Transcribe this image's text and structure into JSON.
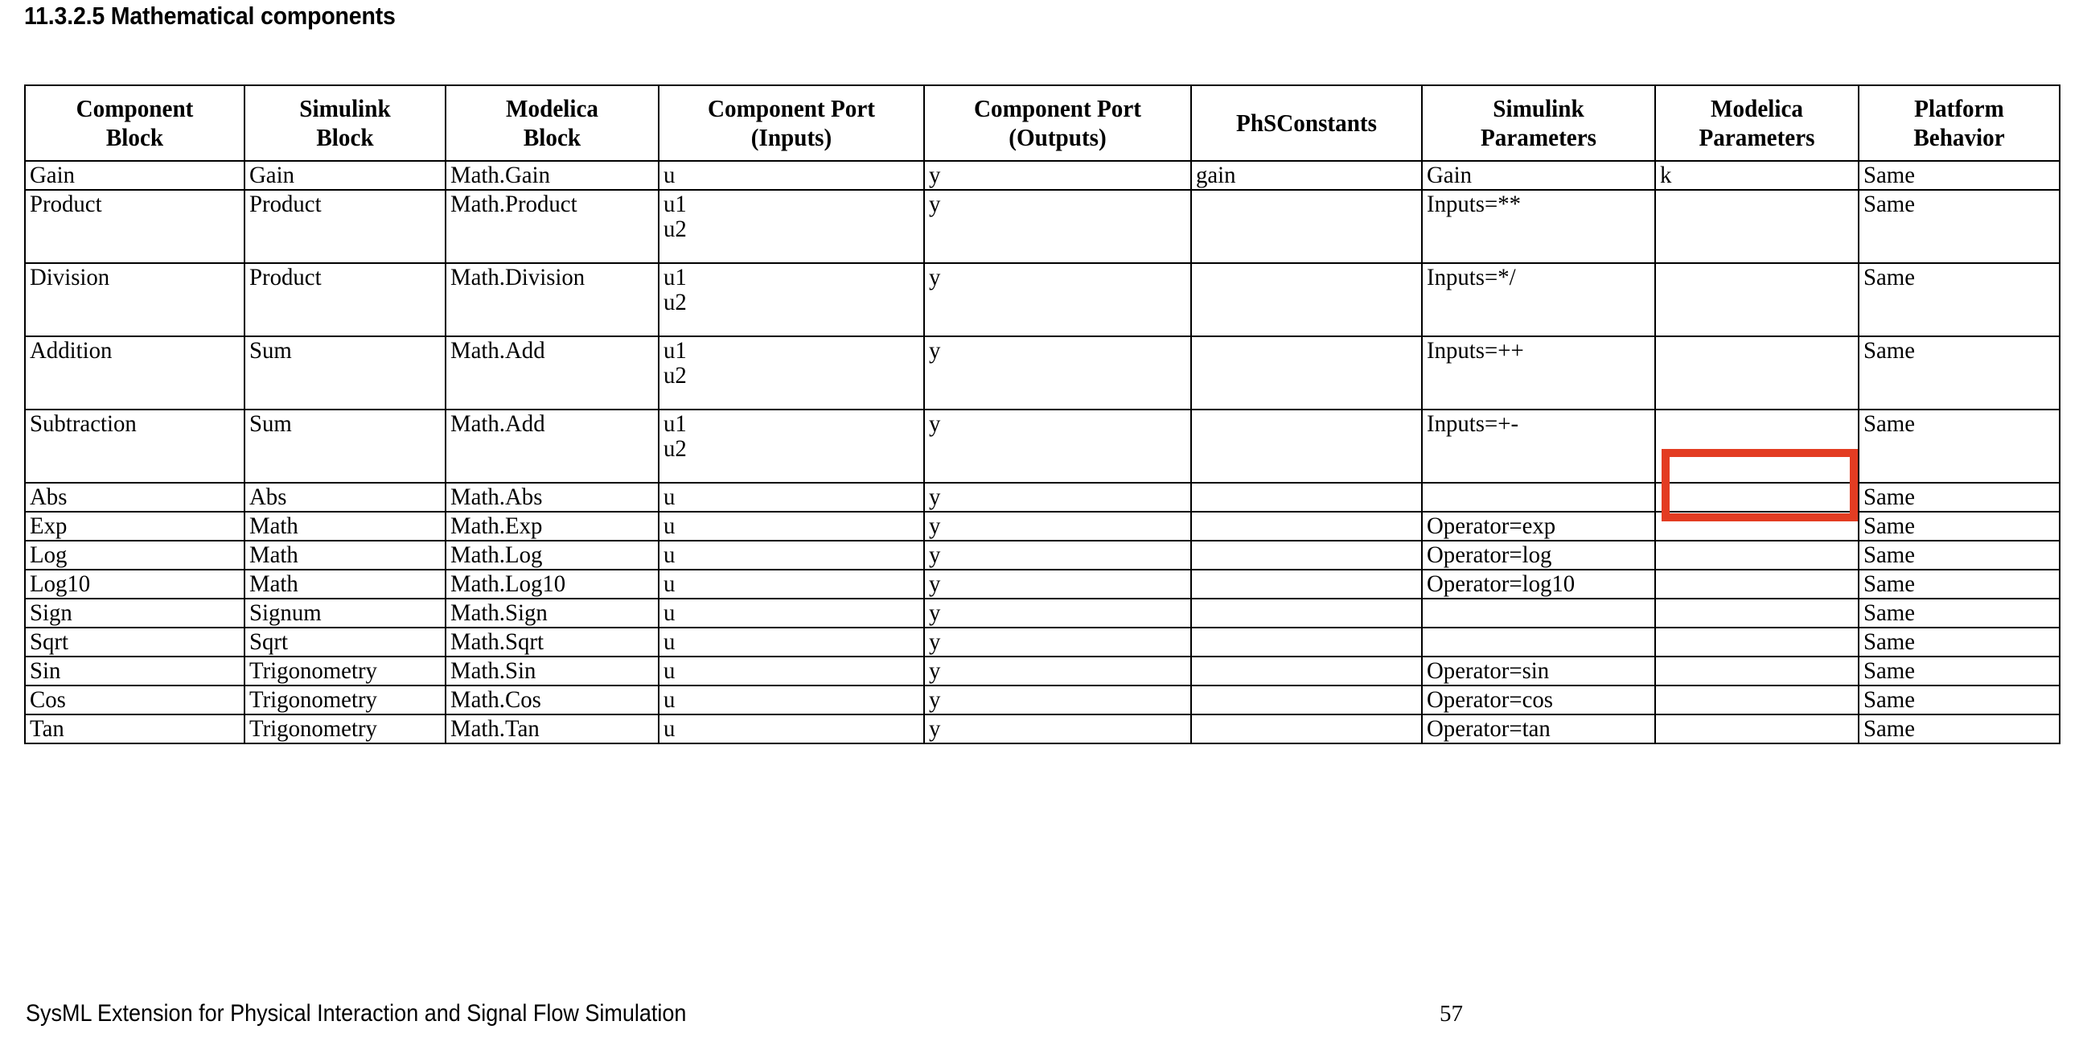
{
  "heading": "11.3.2.5 Mathematical components",
  "table": {
    "columns": [
      "Component\nBlock",
      "Simulink\nBlock",
      "Modelica\nBlock",
      "Component Port\n(Inputs)",
      "Component Port\n(Outputs)",
      "PhSConstants",
      "Simulink\nParameters",
      "Modelica\nParameters",
      "Platform\nBehavior"
    ],
    "rows": [
      {
        "height": "short",
        "cells": [
          "Gain",
          "Gain",
          "Math.Gain",
          "u",
          "y",
          "gain",
          "Gain",
          "k",
          "Same"
        ]
      },
      {
        "height": "tall",
        "cells": [
          "Product",
          "Product",
          "Math.Product",
          "u1\nu2",
          "y",
          "",
          "Inputs=**",
          "",
          "Same"
        ]
      },
      {
        "height": "tall",
        "cells": [
          "Division",
          "Product",
          "Math.Division",
          "u1\nu2",
          "y",
          "",
          "Inputs=*/",
          "",
          "Same"
        ]
      },
      {
        "height": "tall",
        "cells": [
          "Addition",
          "Sum",
          "Math.Add",
          "u1\nu2",
          "y",
          "",
          "Inputs=++",
          "",
          "Same"
        ]
      },
      {
        "height": "tall",
        "cells": [
          "Subtraction",
          "Sum",
          "Math.Add",
          "u1\nu2",
          "y",
          "",
          "Inputs=+-",
          "",
          "Same"
        ]
      },
      {
        "height": "short",
        "cells": [
          "Abs",
          "Abs",
          "Math.Abs",
          "u",
          "y",
          "",
          "",
          "",
          "Same"
        ]
      },
      {
        "height": "short",
        "cells": [
          "Exp",
          "Math",
          "Math.Exp",
          "u",
          "y",
          "",
          "Operator=exp",
          "",
          "Same"
        ]
      },
      {
        "height": "short",
        "cells": [
          "Log",
          "Math",
          "Math.Log",
          "u",
          "y",
          "",
          "Operator=log",
          "",
          "Same"
        ]
      },
      {
        "height": "short",
        "cells": [
          "Log10",
          "Math",
          "Math.Log10",
          "u",
          "y",
          "",
          "Operator=log10",
          "",
          "Same"
        ]
      },
      {
        "height": "short",
        "cells": [
          "Sign",
          "Signum",
          "Math.Sign",
          "u",
          "y",
          "",
          "",
          "",
          "Same"
        ]
      },
      {
        "height": "short",
        "cells": [
          "Sqrt",
          "Sqrt",
          "Math.Sqrt",
          "u",
          "y",
          "",
          "",
          "",
          "Same"
        ]
      },
      {
        "height": "short",
        "cells": [
          "Sin",
          "Trigonometry",
          "Math.Sin",
          "u",
          "y",
          "",
          "Operator=sin",
          "",
          "Same"
        ]
      },
      {
        "height": "short",
        "cells": [
          "Cos",
          "Trigonometry",
          "Math.Cos",
          "u",
          "y",
          "",
          "Operator=cos",
          "",
          "Same"
        ]
      },
      {
        "height": "short",
        "cells": [
          "Tan",
          "Trigonometry",
          "Math.Tan",
          "u",
          "y",
          "",
          "Operator=tan",
          "",
          "Same"
        ]
      }
    ]
  },
  "annotation": {
    "color": "#E33C22",
    "target_row": "Subtraction",
    "target_column": "Modelica Parameters",
    "content": ""
  },
  "footer": {
    "title": "SysML Extension for Physical Interaction and Signal Flow Simulation",
    "page_number": "57"
  }
}
